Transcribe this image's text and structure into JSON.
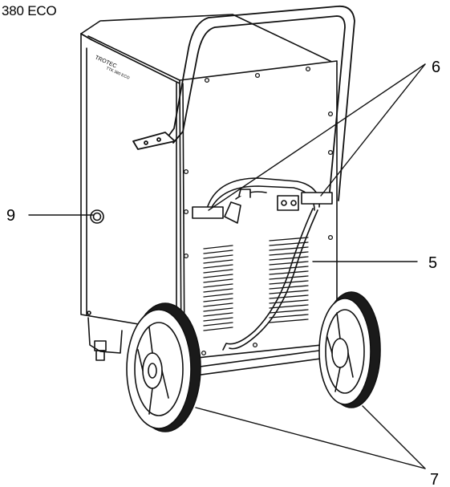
{
  "figure": {
    "model_label": "380 ECO",
    "brand_text": "TROTEC",
    "model_text": "TTK 380 ECO"
  },
  "callouts": [
    {
      "id": "9",
      "text": "9"
    },
    {
      "id": "6",
      "text": "6"
    },
    {
      "id": "5",
      "text": "5"
    },
    {
      "id": "7",
      "text": "7"
    }
  ],
  "colors": {
    "line": "#111111",
    "paper": "#ffffff",
    "tire": "#1a1a1a"
  }
}
